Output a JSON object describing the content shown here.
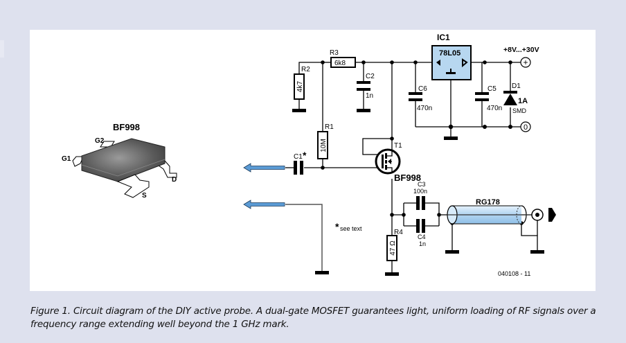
{
  "package": {
    "title": "BF998",
    "pins": {
      "g1": "G1",
      "g2": "G2",
      "d": "D",
      "s": "S"
    }
  },
  "components": {
    "r1": {
      "ref": "R1",
      "value": "10M"
    },
    "r2": {
      "ref": "R2",
      "value": "4k7"
    },
    "r3": {
      "ref": "R3",
      "value": "6k8"
    },
    "r4": {
      "ref": "R4",
      "value": "47 Ω"
    },
    "c1": {
      "ref": "C1",
      "mark": "*"
    },
    "c2": {
      "ref": "C2",
      "value": "1n"
    },
    "c3": {
      "ref": "C3",
      "value": "100n"
    },
    "c4": {
      "ref": "C4",
      "value": "1n"
    },
    "c5": {
      "ref": "C5",
      "value": "470n"
    },
    "c6": {
      "ref": "C6",
      "value": "470n"
    },
    "d1": {
      "ref": "D1",
      "rating": "1A",
      "type": "SMD"
    },
    "ic1": {
      "ref": "IC1",
      "value": "78L05"
    },
    "t1": {
      "ref": "T1",
      "value": "BF998"
    },
    "cable": {
      "value": "RG178"
    }
  },
  "supply": {
    "voltage": "+8V...+30V",
    "plus_symbol": "+",
    "zero_symbol": "0"
  },
  "note": {
    "mark": "*",
    "text": "see text"
  },
  "figure_id": "040108 - 11",
  "caption": "Figure 1. Circuit diagram of the DIY active probe. A dual-gate MOSFET guarantees light, uniform loading of RF signals over a frequency range extending well beyond the 1 GHz mark.",
  "colors": {
    "background": "#dee1ee",
    "panel": "#ffffff",
    "probe_arrow": "#5b9bd5",
    "ic_fill": "#b7d7f0",
    "cable_fill": "#c4e0f7"
  }
}
